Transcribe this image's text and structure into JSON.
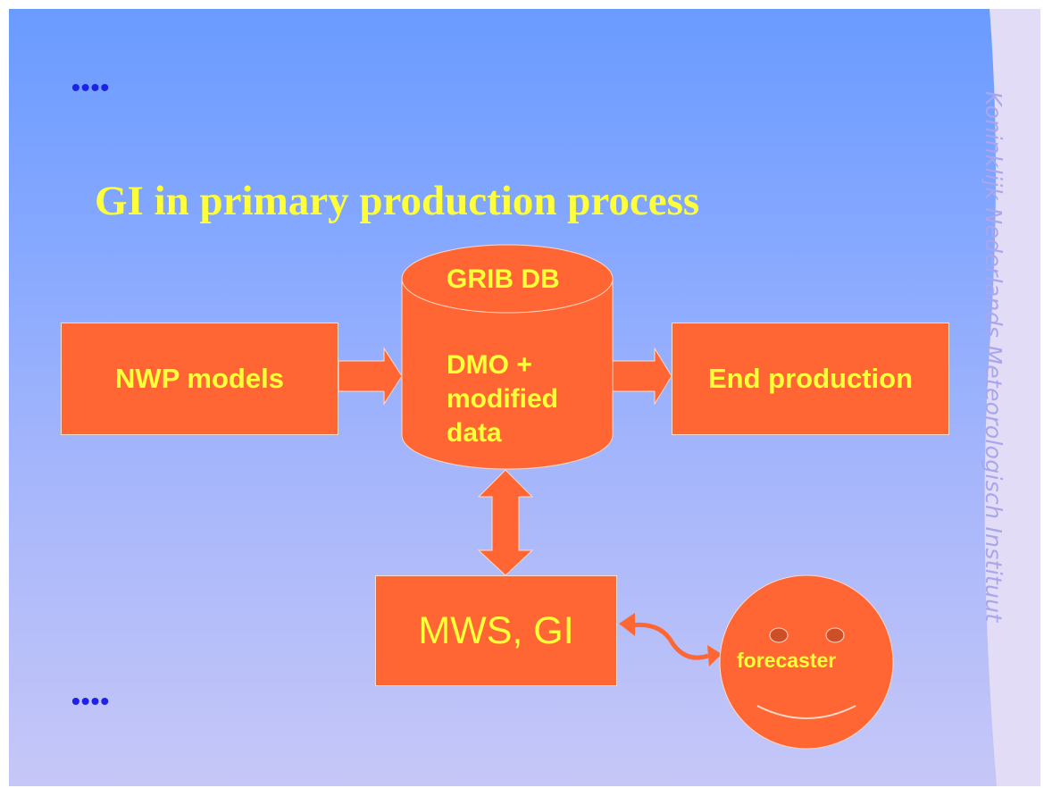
{
  "slide": {
    "title": "GI in primary production process",
    "dots_top": "••••",
    "dots_bottom": "••••",
    "side_text": "Koninklijk Nederlands Meteorologisch Instituut"
  },
  "diagram": {
    "nwp_label": "NWP models",
    "end_label": "End production",
    "db_title": "GRIB DB",
    "db_line1": "DMO +",
    "db_line2": "modified",
    "db_line3": "data",
    "mws_label": "MWS, GI",
    "forecaster_label": "forecaster"
  },
  "colors": {
    "box_fill": "#ff6633",
    "text_yellow": "#ffff3a",
    "dots_blue": "#1e22e6",
    "side_text": "#a9a6ec"
  }
}
